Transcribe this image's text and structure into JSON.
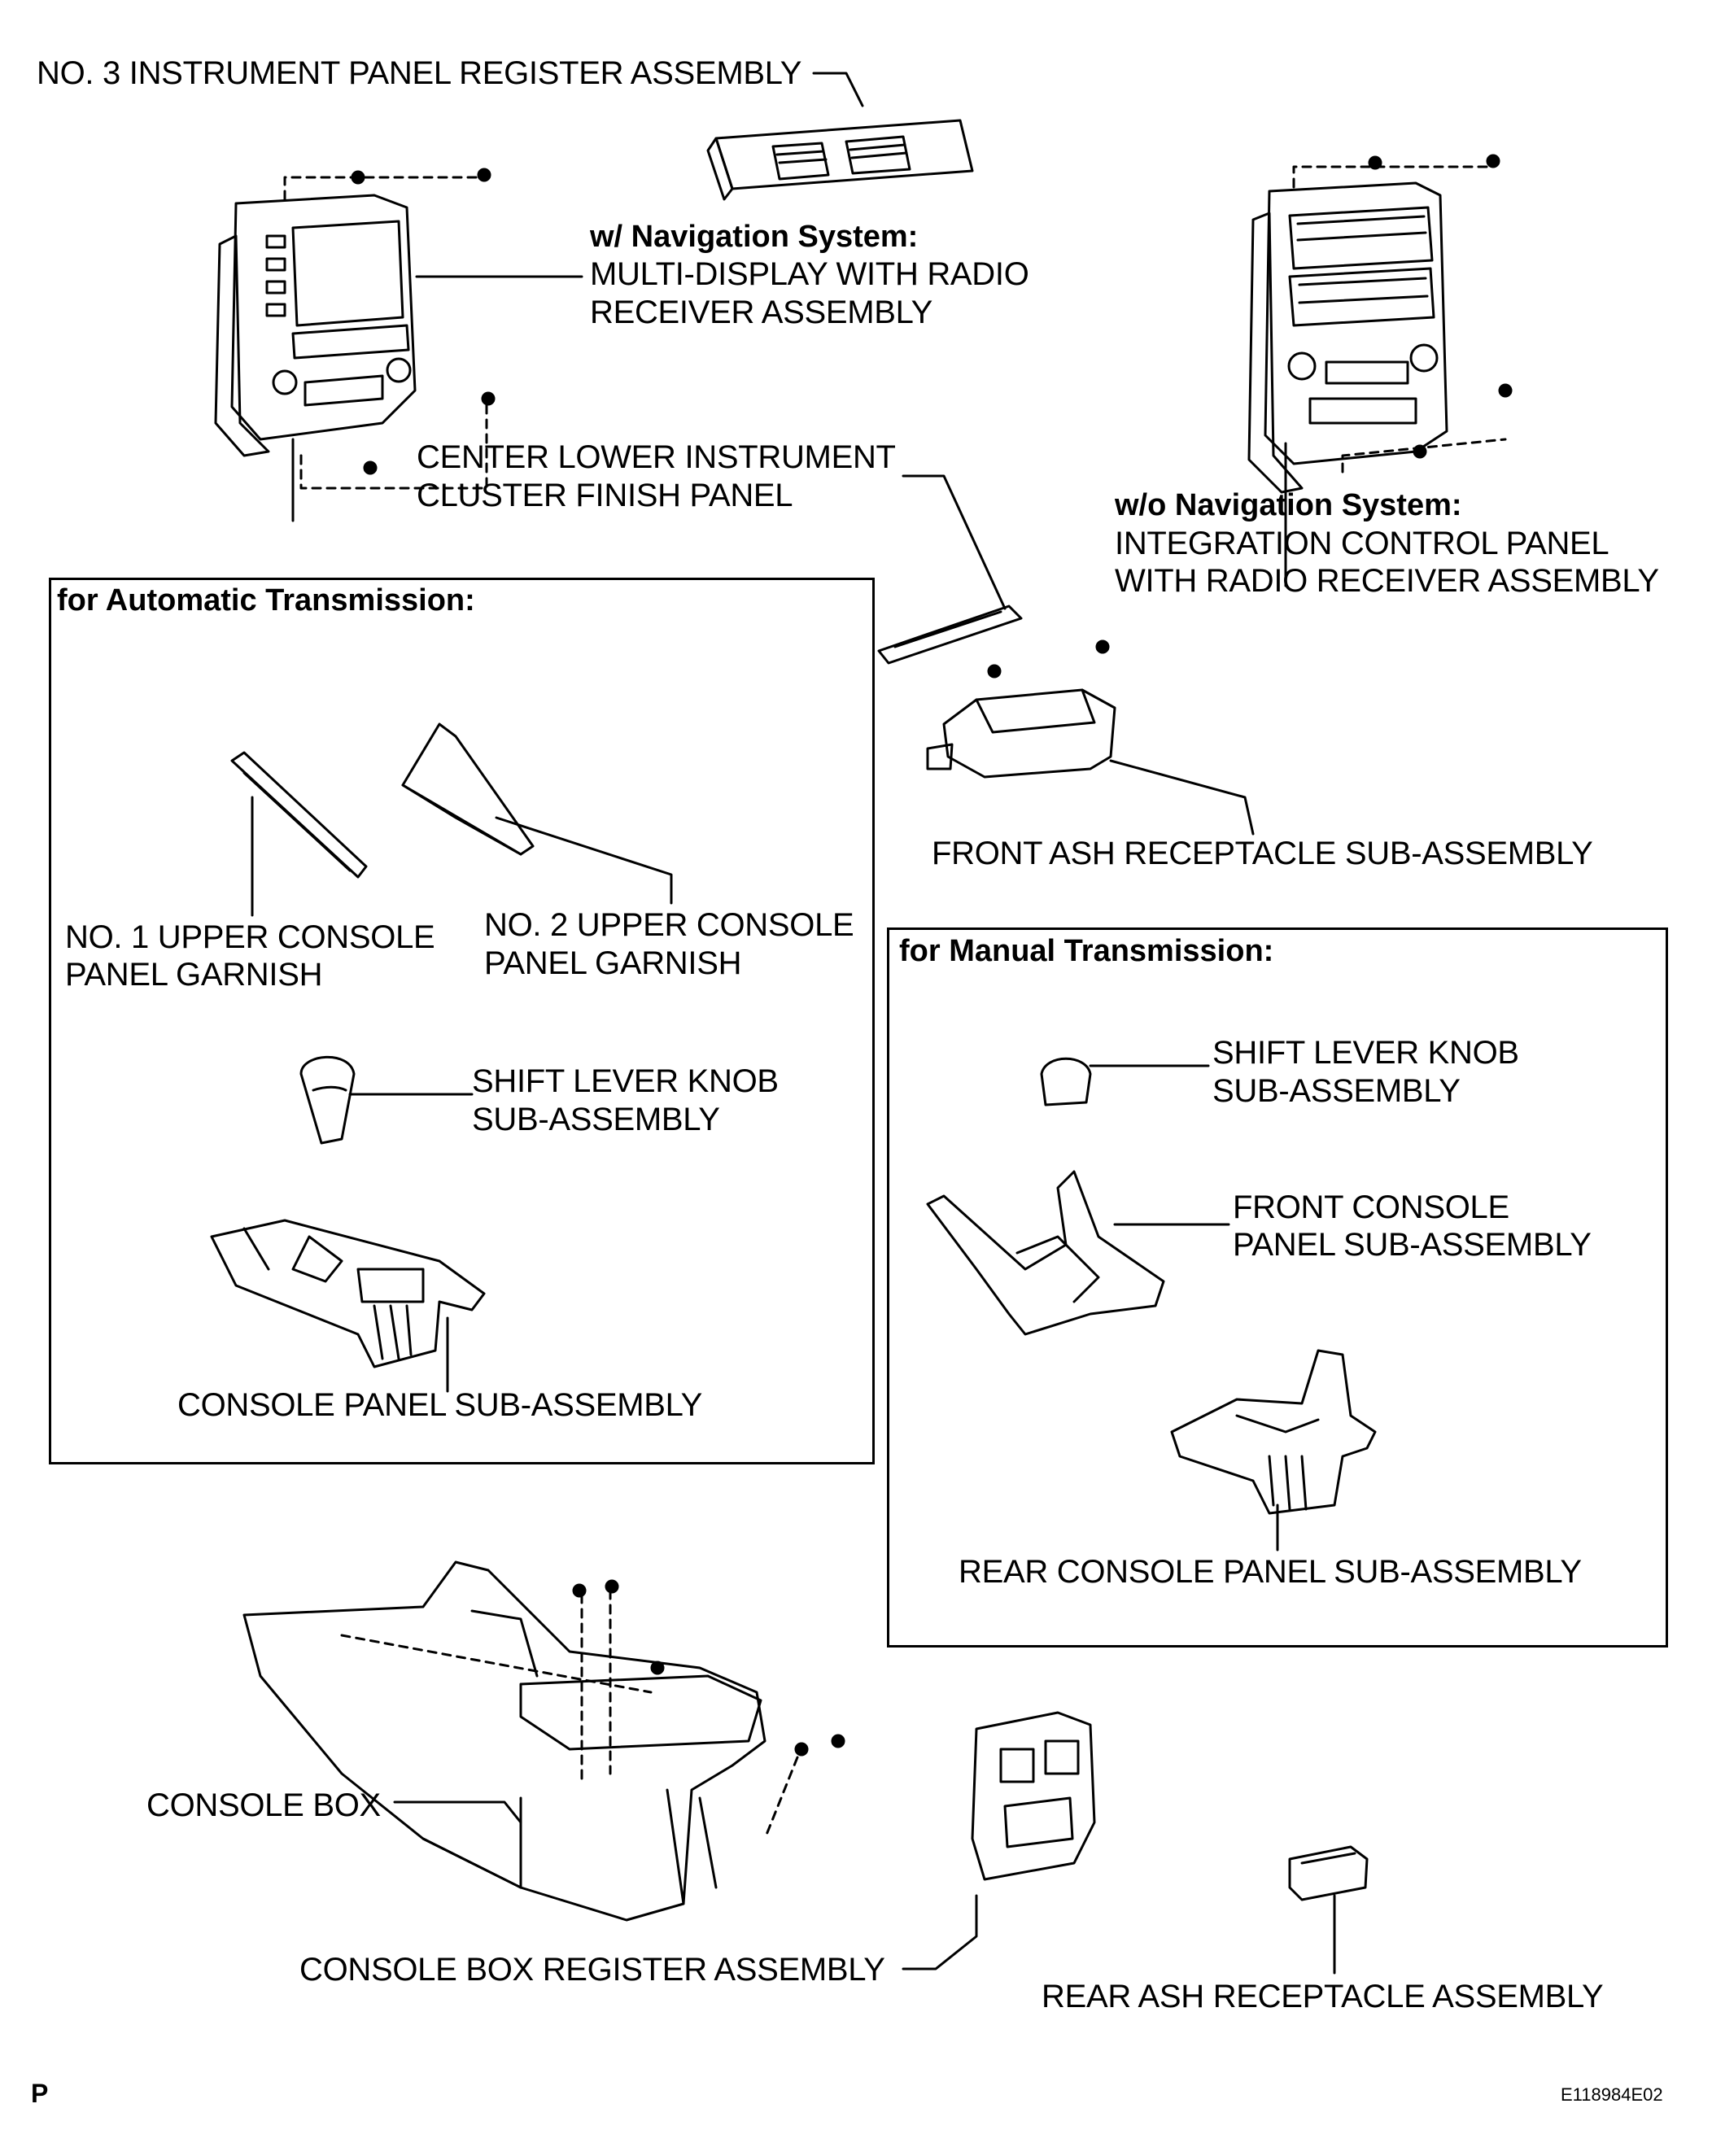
{
  "labels": {
    "no3_register": "NO. 3 INSTRUMENT PANEL REGISTER ASSEMBLY",
    "nav_heading": "w/ Navigation System:",
    "nav_line1": "MULTI-DISPLAY WITH RADIO",
    "nav_line2": "RECEIVER ASSEMBLY",
    "center_lower_line1": "CENTER LOWER INSTRUMENT",
    "center_lower_line2": "CLUSTER FINISH PANEL",
    "wo_nav_heading": "w/o Navigation System:",
    "wo_nav_line1": "INTEGRATION CONTROL PANEL",
    "wo_nav_line2": "WITH RADIO RECEIVER ASSEMBLY",
    "front_ash": "FRONT ASH RECEPTACLE SUB-ASSEMBLY",
    "no1_upper_line1": "NO. 1 UPPER CONSOLE",
    "no1_upper_line2": "PANEL GARNISH",
    "no2_upper_line1": "NO. 2 UPPER CONSOLE",
    "no2_upper_line2": "PANEL GARNISH",
    "at_shift_knob_line1": "SHIFT LEVER KNOB",
    "at_shift_knob_line2": "SUB-ASSEMBLY",
    "console_panel": "CONSOLE PANEL SUB-ASSEMBLY",
    "mt_shift_knob_line1": "SHIFT LEVER KNOB",
    "mt_shift_knob_line2": "SUB-ASSEMBLY",
    "front_console_line1": "FRONT CONSOLE",
    "front_console_line2": "PANEL SUB-ASSEMBLY",
    "rear_console_panel": "REAR CONSOLE PANEL SUB-ASSEMBLY",
    "console_box": "CONSOLE BOX",
    "console_box_register": "CONSOLE BOX REGISTER ASSEMBLY",
    "rear_ash": "REAR ASH RECEPTACLE ASSEMBLY"
  },
  "groups": {
    "automatic": "for Automatic  Transmission:",
    "manual": "for Manual Transmission:"
  },
  "footer": {
    "corner_mark": "P",
    "figure_id": "E118984E02"
  }
}
